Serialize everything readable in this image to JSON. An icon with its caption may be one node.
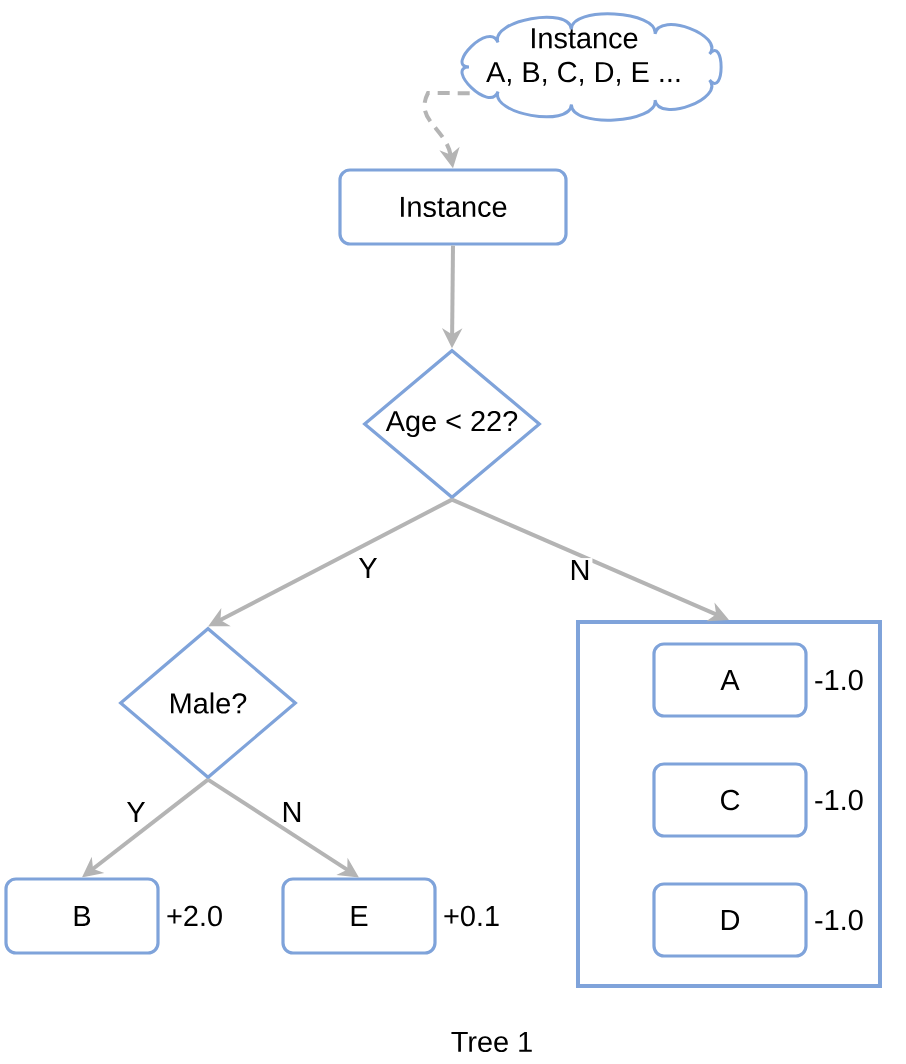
{
  "diagram": {
    "caption": "Tree 1",
    "nodes": [
      {
        "text": [
          "Instance",
          "A, B, C, D, E ..."
        ]
      },
      {
        "text": [
          "Instance"
        ]
      },
      {
        "text": [
          "Age < 22?"
        ]
      },
      {
        "text": [
          "Male?"
        ]
      },
      {
        "text": [
          "B"
        ],
        "beside": [
          "+2.0"
        ]
      },
      {
        "text": [
          "E"
        ],
        "beside": [
          "+0.1"
        ]
      },
      {
        "text": [],
        "shape": "box"
      },
      {
        "text": [
          "A"
        ],
        "in": 6,
        "beside": [
          "-1.0"
        ]
      },
      {
        "text": [
          "C"
        ],
        "in": 6,
        "beside": [
          "-1.0"
        ]
      },
      {
        "text": [
          "D"
        ],
        "in": 6,
        "beside": [
          "-1.0"
        ]
      }
    ],
    "edges": [
      {
        "from": 0,
        "to": 1,
        "arrow": "to",
        "style": "dashed"
      },
      {
        "from": 1,
        "to": 2,
        "arrow": "to"
      },
      {
        "from": 2,
        "to": 3,
        "arrow": "to",
        "label": "Y"
      },
      {
        "from": 2,
        "to": 6,
        "arrow": "to",
        "label": "N"
      },
      {
        "from": 3,
        "to": 4,
        "arrow": "to",
        "label": "Y"
      },
      {
        "from": 3,
        "to": 5,
        "arrow": "to",
        "label": "N"
      }
    ]
  }
}
